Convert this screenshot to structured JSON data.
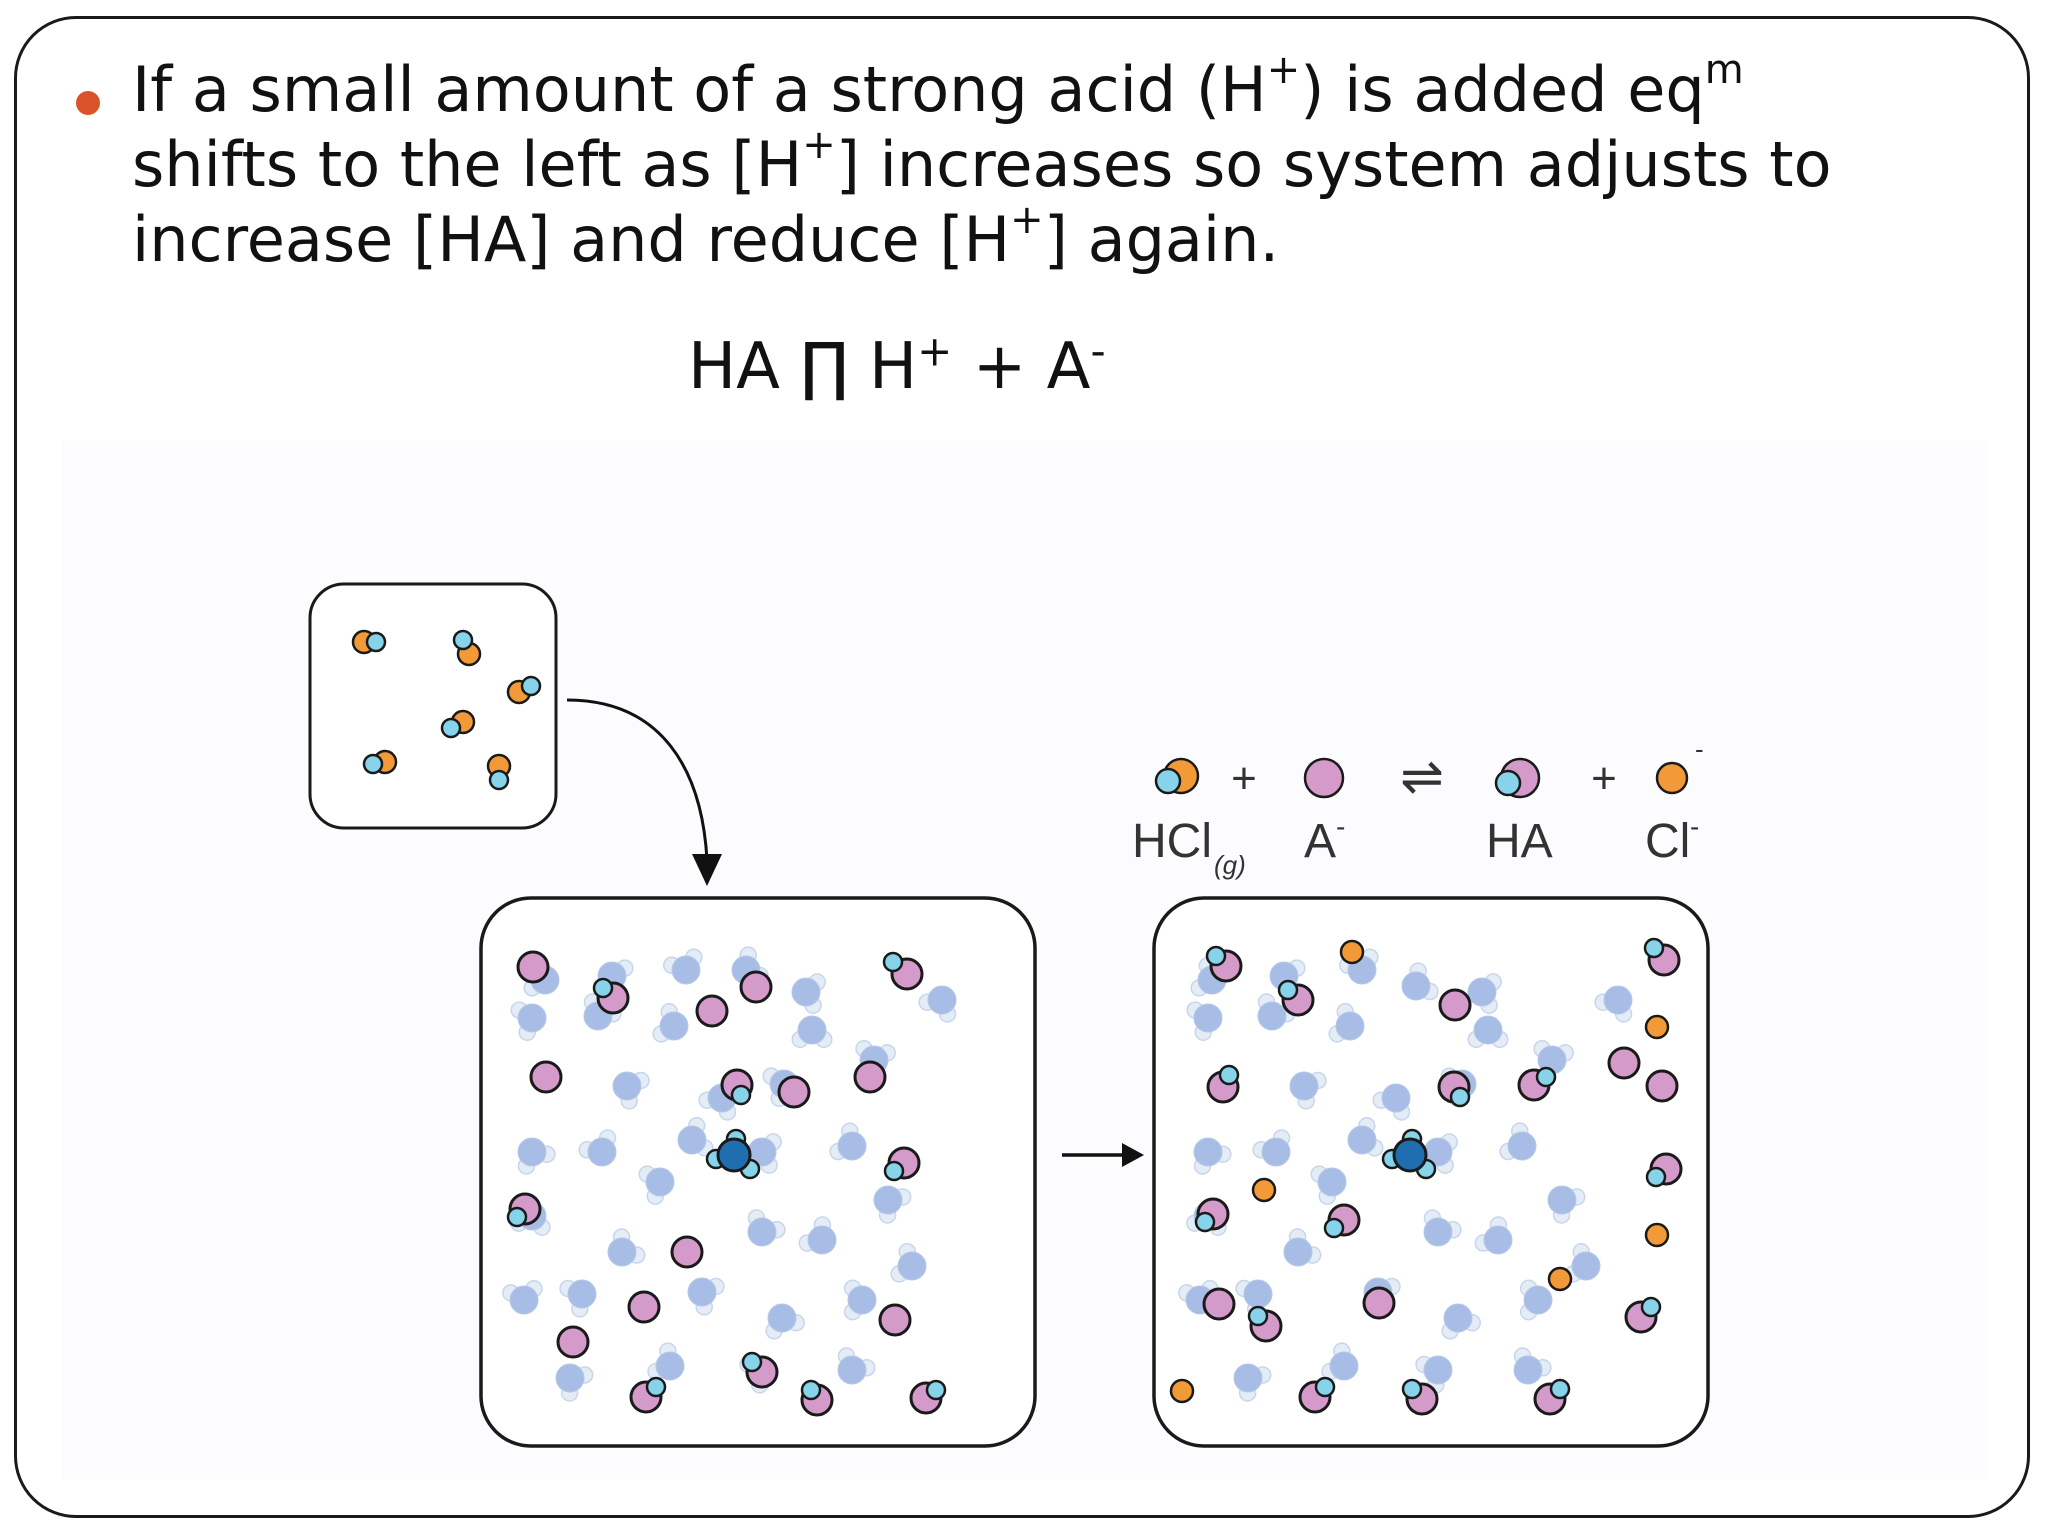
{
  "slide": {
    "bullet_lines": [
      "If a small amount of a strong acid (H",
      "+",
      ") is added eq",
      "m",
      "shifts to the left as [H",
      "+",
      "] increases so system adjusts to",
      "increase [HA] and reduce [H",
      "+",
      "] again."
    ],
    "equation": {
      "left": "HA ∏ H",
      "sup1": "+",
      "mid": " + A",
      "sup2": "-"
    }
  },
  "figure": {
    "reaction_labels": {
      "hcl": "HCl",
      "hcl_state": "(g)",
      "a_minus": "A",
      "a_minus_charge": "-",
      "ha": "HA",
      "cl": "Cl",
      "cl_charge": "-",
      "plus": "+",
      "equilibrium_arrow": "⇌"
    },
    "colors": {
      "chlorine": "#f29a38",
      "hydrogen": "#86d3ea",
      "anion": "#d49ac9",
      "water": "#a8bde6",
      "hydronium": "#1f6fb0",
      "bullet": "#d9542b"
    }
  }
}
